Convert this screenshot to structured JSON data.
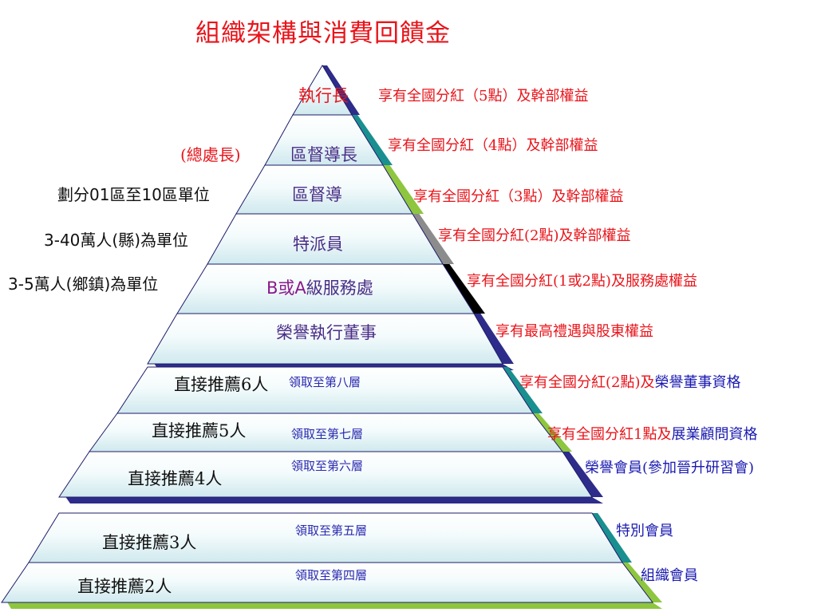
{
  "title": "組織架構與消費回饋金",
  "tiers": [
    {
      "name": "執行長",
      "benefit": "享有全國分紅（5點）及幹部權益",
      "note": ""
    },
    {
      "name": "區督導長",
      "benefit": "享有全國分紅（4點）及幹部權益",
      "note": "(總處長)"
    },
    {
      "name": "區督導",
      "benefit": "享有全國分紅（3點）及幹部權益",
      "note": "劃分01區至10區單位"
    },
    {
      "name": "特派員",
      "benefit": "享有全國分紅(2點)及幹部權益",
      "note": "3-40萬人(縣)為單位"
    },
    {
      "name_prefix": "B或A",
      "name": "級服務處",
      "benefit": "享有全國分紅(1或2點)及服務處權益",
      "note": "3-5萬人(鄉鎮)為單位"
    },
    {
      "name": "榮譽執行董事",
      "benefit": "享有最高禮遇與股東權益",
      "note": ""
    },
    {
      "name": "直接推薦6人",
      "level": "領取至第八層",
      "benefit_red": "享有全國分紅(2點)及",
      "benefit_blue": "榮譽董事資格"
    },
    {
      "name": "直接推薦5人",
      "level": "領取至第七層",
      "benefit_red": "享有全國分紅1點及",
      "benefit_blue": "展業顧問資格"
    },
    {
      "name": "直接推薦4人",
      "level": "領取至第六層",
      "benefit_blue": "榮譽會員(參加晉升研習會)"
    },
    {
      "name": "直接推薦3人",
      "level": "領取至第五層",
      "benefit_blue": "特別會員"
    },
    {
      "name": "直接推薦2人",
      "level": "領取至第四層",
      "benefit_blue": "組織會員"
    }
  ],
  "colors": {
    "title": "#e8151b",
    "navy": "#2e2c8a",
    "teal": "#1a8f8f",
    "lime": "#8ec63f",
    "gray": "#8c8c8c",
    "black": "#000000"
  }
}
